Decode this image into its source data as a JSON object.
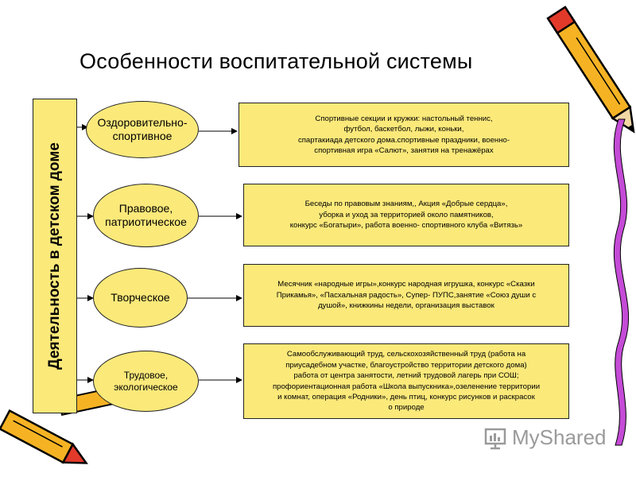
{
  "title": "Особенности воспитательной системы",
  "side_label": "Деятельность в детском доме",
  "rows": [
    {
      "category": "Оздоровительно-\nспортивное",
      "description": "Спортивные секции и кружки: настольный теннис,\nфутбол, баскетбол, лыжи, коньки,\nспартакиада детского дома.спортивные праздники, военно-\nспортивная игра «Салют», занятия на тренажёрах"
    },
    {
      "category": "Правовое,\nпатриотическое",
      "description": "Беседы по правовым знаниям,, Акция «Добрые сердца»,\nуборка и уход за территорией около памятников,\nконкурс «Богатыри»,  работа военно- спортивного клуба «Витязь»"
    },
    {
      "category": "Творческое",
      "description": "Месячник «народные игры»,конкурс народная игрушка, конкурс «Сказки\nПрикамья», «Пасхальная радость», Супер- ПУПС,занятие «Союз души с\nдушой», книжкины недели, организация выставок"
    },
    {
      "category": "Трудовое,\nэкологическое",
      "description": "Самообслуживающий труд, сельскохозяйственный  труд (работа на\nприусадебном участке, благоустройство территории детского дома)\nработа от центра занятости, летний трудовой лагерь при СОШ;\nпрофориентационная работа «Школа выпускника»,озеленение  территории\nи комнат, операция «Родники», день птиц, конкурс рисунков и раскрасок\nо природе"
    }
  ],
  "watermark": "MyShared",
  "colors": {
    "fill": "#fbe97a",
    "border": "#222222",
    "pencil_body": "#f5b324",
    "pencil_tip": "#e23a2a"
  }
}
